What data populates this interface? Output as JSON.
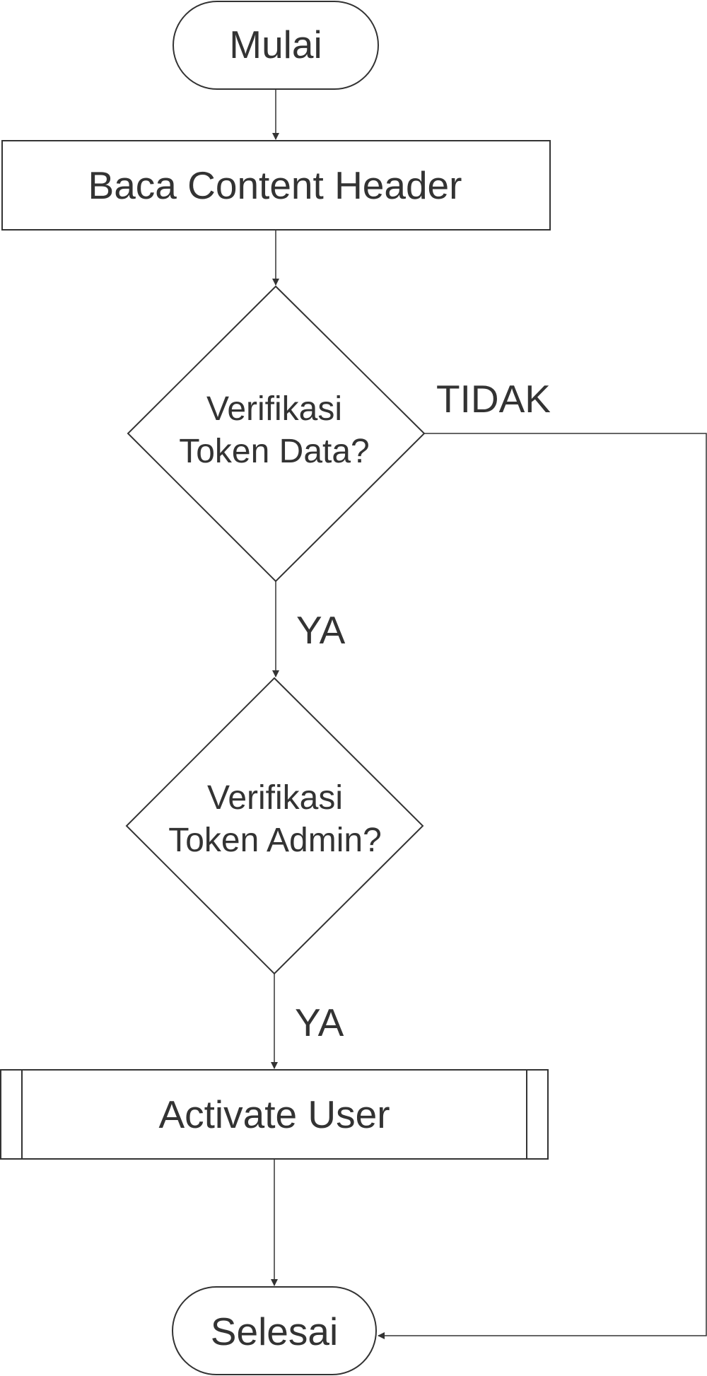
{
  "diagram": {
    "type": "flowchart",
    "colors": {
      "stroke": "#333333",
      "text": "#333333",
      "background": "#ffffff"
    },
    "nodes": {
      "start": {
        "shape": "terminator",
        "label": "Mulai"
      },
      "read_header": {
        "shape": "process",
        "label": "Baca Content Header"
      },
      "verify_data": {
        "shape": "decision",
        "label_line1": "Verifikasi",
        "label_line2": "Token Data?"
      },
      "verify_admin": {
        "shape": "decision",
        "label_line1": "Verifikasi",
        "label_line2": "Token Admin?"
      },
      "activate_user": {
        "shape": "predefined-process",
        "label": "Activate User"
      },
      "end": {
        "shape": "terminator",
        "label": "Selesai"
      }
    },
    "edges": {
      "start_to_read": {
        "from": "start",
        "to": "read_header",
        "label": ""
      },
      "read_to_verify_data": {
        "from": "read_header",
        "to": "verify_data",
        "label": ""
      },
      "verify_data_yes": {
        "from": "verify_data",
        "to": "verify_admin",
        "label": "YA"
      },
      "verify_data_no": {
        "from": "verify_data",
        "to": "end",
        "label": "TIDAK"
      },
      "verify_admin_yes": {
        "from": "verify_admin",
        "to": "activate_user",
        "label": "YA"
      },
      "activate_to_end": {
        "from": "activate_user",
        "to": "end",
        "label": ""
      }
    }
  }
}
